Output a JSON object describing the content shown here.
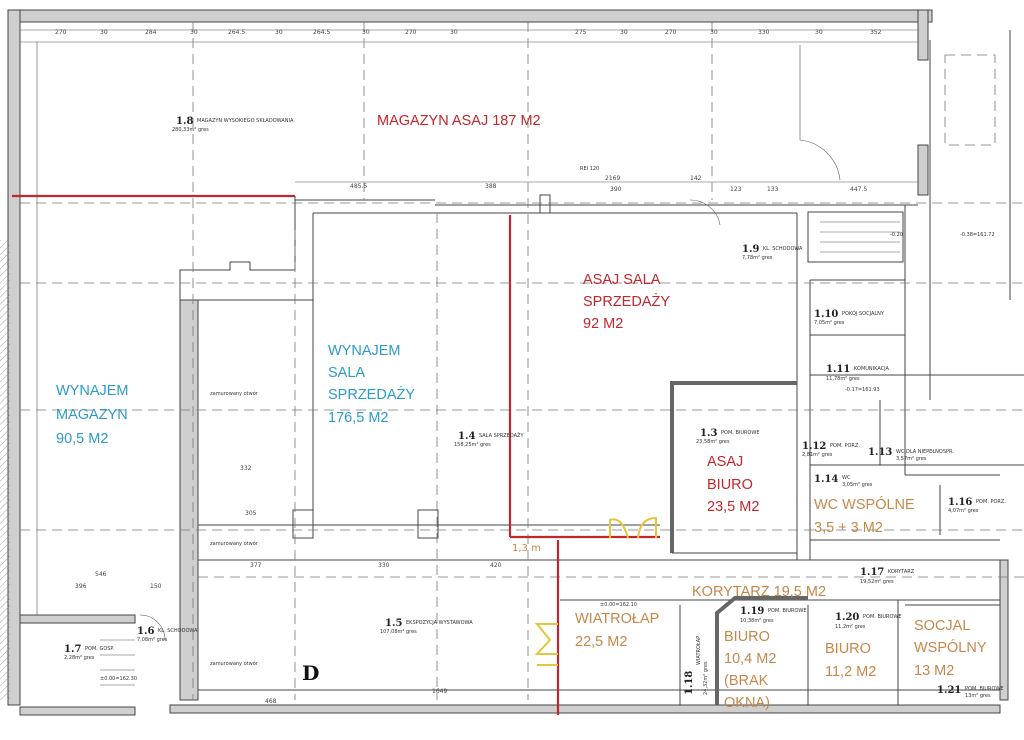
{
  "plan": {
    "section_mark": "D",
    "rooms": {
      "r18": {
        "num": "1.8",
        "name": "MAGAZYN WYSOKIEGO SKŁADOWANIA",
        "area": "280,33m² gres"
      },
      "r14": {
        "num": "1.4",
        "name": "SALA SPRZEDAŻY",
        "area": "158,25m² gres"
      },
      "r15": {
        "num": "1.5",
        "name": "EKSPOZYCJA WYSTAWOWA",
        "area": "107,08m² gres"
      },
      "r19": {
        "num": "1.9",
        "name": "KL. SCHODOWA",
        "area": "7,78m² gres"
      },
      "r110": {
        "num": "1.10",
        "name": "POKÓJ SOCJALNY",
        "area": "7,05m² gres"
      },
      "r111": {
        "num": "1.11",
        "name": "KOMUNIKACJA",
        "area": "11,78m² gres"
      },
      "r13": {
        "num": "1.3",
        "name": "POM. BIUROWE",
        "area": "23,58m² gres"
      },
      "r112": {
        "num": "1.12",
        "name": "POM. PORZ.",
        "area": "2,81m² gres"
      },
      "r113": {
        "num": "1.13",
        "name": "WC DLA NIEPEŁNOSPR.",
        "area": "3,57m² gres"
      },
      "r114": {
        "num": "1.14",
        "name": "WC",
        "area": "3,05m² gres"
      },
      "r116": {
        "num": "1.16",
        "name": "POM. PORZ.",
        "area": "4,07m² gres"
      },
      "r117": {
        "num": "1.17",
        "name": "KORYTARZ",
        "area": "19,52m² gres"
      },
      "r118": {
        "num": "1.18",
        "name": "WIATROŁAP",
        "area": "24,32m² gres"
      },
      "r119": {
        "num": "1.19",
        "name": "POM. BIUROWE",
        "area": "10,38m² gres"
      },
      "r120": {
        "num": "1.20",
        "name": "POM. BIUROWE",
        "area": "11,2m² gres"
      },
      "r121": {
        "num": "1.21",
        "name": "POM. BIUROWE",
        "area": "13m² gres"
      },
      "r16": {
        "num": "1.6",
        "name": "KL. SCHODOWA",
        "area": "7,08m² gres"
      },
      "r17": {
        "num": "1.7",
        "name": "POM. GOSP.",
        "area": "2,28m² gres"
      }
    },
    "levels": {
      "l1": "±0.00=162.10",
      "l2": "-0.17=161.93",
      "l3": "-0.38=161.72",
      "l4": "±0.00=162.30",
      "l5": "-0.20"
    },
    "notes": {
      "rei": "REI 120",
      "zamurowany": "zamurowany otwór"
    },
    "dims_top": [
      "270",
      "30",
      "284",
      "30",
      "264.5",
      "30",
      "264.5",
      "30",
      "270",
      "30",
      "275",
      "30",
      "270",
      "30",
      "330",
      "30",
      "352"
    ],
    "dims_mid": [
      "485.5",
      "388",
      "2169",
      "390",
      "142",
      "123",
      "133",
      "447.5"
    ],
    "dims_low": [
      "332",
      "305",
      "377",
      "330",
      "420",
      "546",
      "396",
      "150",
      "468",
      "1649"
    ]
  },
  "annotations": {
    "magazyn_asaj": "MAGAZYN ASAJ 187 M2",
    "asaj_sala": [
      "ASAJ SALA",
      "SPRZEDAŻY",
      "92 M2"
    ],
    "asaj_biuro": [
      "ASAJ",
      "BIURO",
      "23,5 M2"
    ],
    "wynajem_sala": [
      "WYNAJEM",
      "SALA",
      "SPRZEDAŻY",
      "176,5 M2"
    ],
    "wynajem_magazyn": [
      "WYNAJEM",
      "MAGAZYN",
      "90,5 M2"
    ],
    "wc": [
      "WC WSPÓLNE",
      "3,5 + 3 M2"
    ],
    "korytarz": "KORYTARZ 19,5 M2",
    "wiatrolap": [
      "WIATROŁAP",
      "22,5 M2"
    ],
    "biuro1": [
      "BIURO",
      "10,4 M2",
      "(BRAK",
      "OKNA)"
    ],
    "biuro2": [
      "BIURO",
      "11,2 M2"
    ],
    "socjal": [
      "SOCJAL",
      "WSPÓLNY",
      "13 M2"
    ],
    "width_note": "1,3 m"
  },
  "colors": {
    "asaj": "#c1272d",
    "rental": "#2b9bc9",
    "shared": "#c6874a",
    "doors": "#e6c53a"
  }
}
